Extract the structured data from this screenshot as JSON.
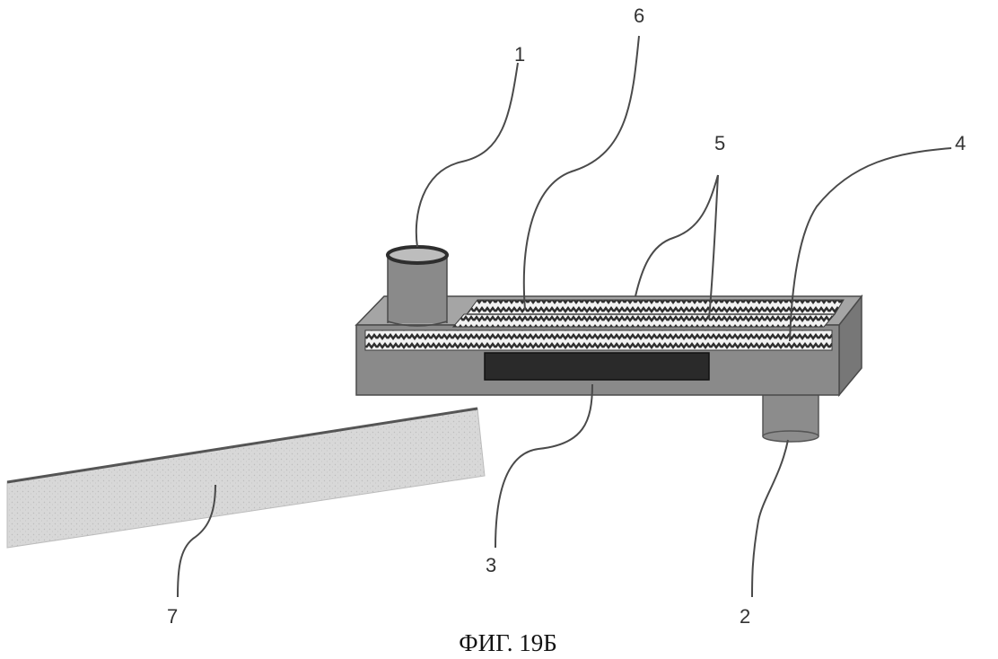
{
  "figure": {
    "caption": "ФИГ. 19Б",
    "callouts": [
      "1",
      "2",
      "3",
      "4",
      "5",
      "6",
      "7"
    ]
  },
  "colors": {
    "body": "#8a8a8a",
    "top_face": "#a5a5a5",
    "side_face": "#777777",
    "heater": "#2a2a2a",
    "ramp": "#d6d6d6",
    "line": "#444444"
  }
}
